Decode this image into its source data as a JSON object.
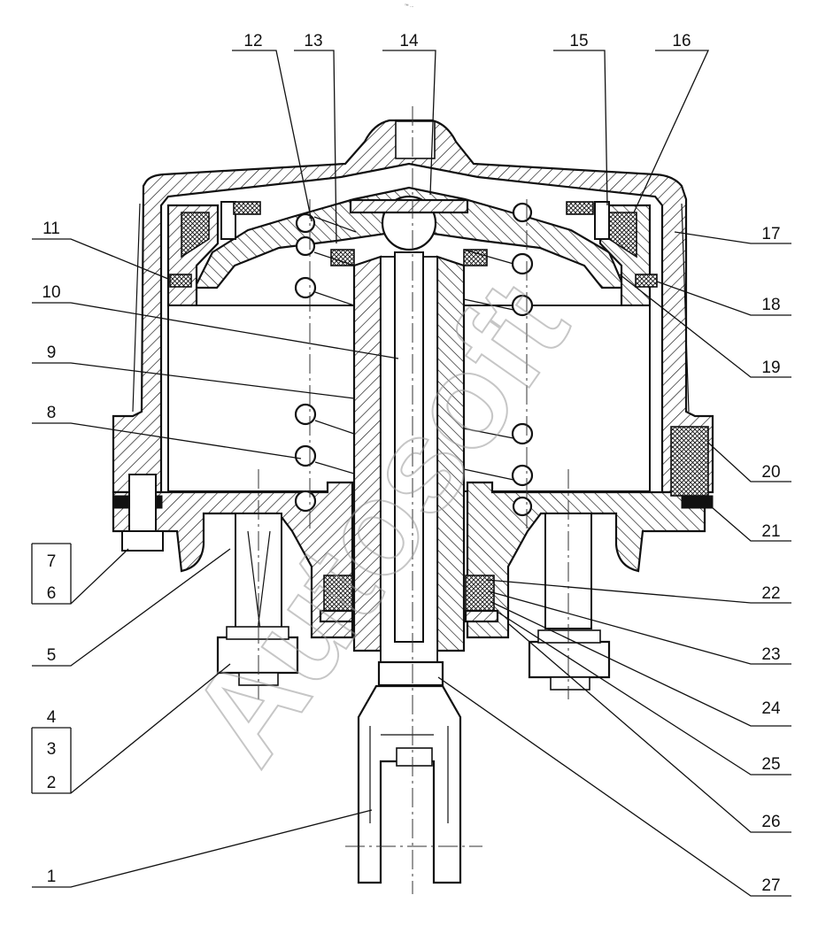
{
  "header_mark": "™ ...",
  "watermark": "Autosoft",
  "part_labels": [
    "1",
    "2",
    "3",
    "4",
    "5",
    "6",
    "7",
    "8",
    "9",
    "10",
    "11",
    "12",
    "13",
    "14",
    "15",
    "16",
    "17",
    "18",
    "19",
    "20",
    "21",
    "22",
    "23",
    "24",
    "25",
    "26",
    "27"
  ]
}
